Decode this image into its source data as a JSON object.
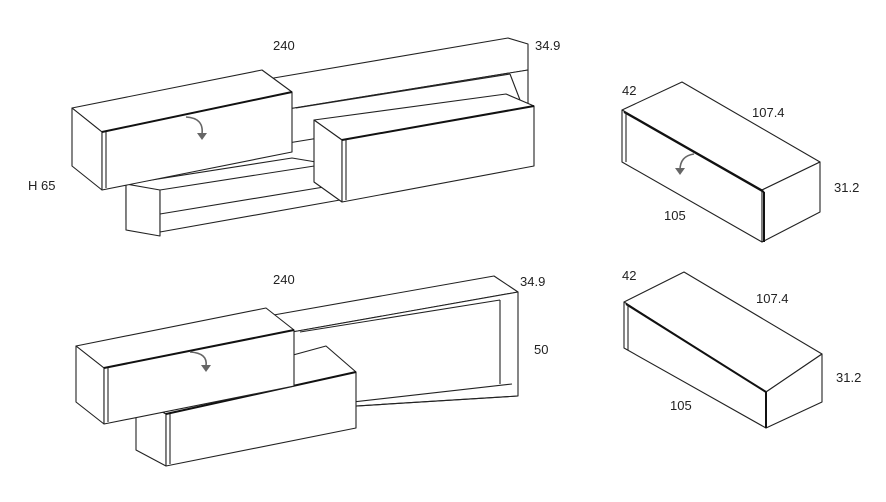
{
  "drawings": {
    "top_unit": {
      "width_label": "240",
      "depth_label": "34.9",
      "height_label": "H 65"
    },
    "top_module": {
      "depth_label": "42",
      "width_label": "107.4",
      "front_width_label": "105",
      "height_label": "31.2"
    },
    "bottom_unit": {
      "width_label": "240",
      "depth_label": "34.9",
      "height_label": "50"
    },
    "bottom_module": {
      "depth_label": "42",
      "width_label": "107.4",
      "front_width_label": "105",
      "height_label": "31.2"
    }
  }
}
